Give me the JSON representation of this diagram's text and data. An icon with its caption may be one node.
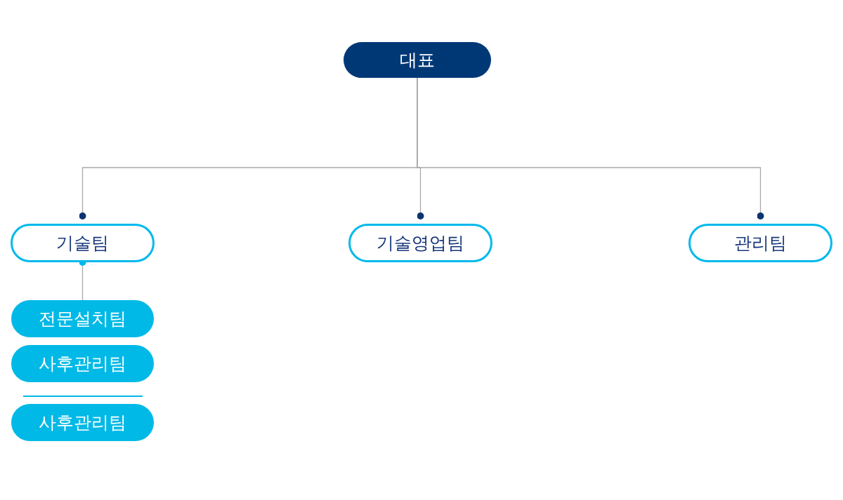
{
  "diagram": {
    "nodes": [
      {
        "text": [
          "대표"
        ]
      },
      {
        "text": [
          "기술팀"
        ]
      },
      {
        "text": [
          "기술영업팀"
        ]
      },
      {
        "text": [
          "관리팀"
        ]
      },
      {
        "text": [
          "전문설치팀"
        ]
      },
      {
        "text": [
          "사후관리팀"
        ]
      },
      {
        "text": [
          "사후관리팀"
        ]
      }
    ],
    "edges": [
      {
        "from": 0,
        "to": 1,
        "arrow": "other"
      },
      {
        "from": 0,
        "to": 2,
        "arrow": "other"
      },
      {
        "from": 0,
        "to": 3,
        "arrow": "other"
      },
      {
        "from": 4,
        "to": 1,
        "arrow": "other"
      }
    ]
  }
}
